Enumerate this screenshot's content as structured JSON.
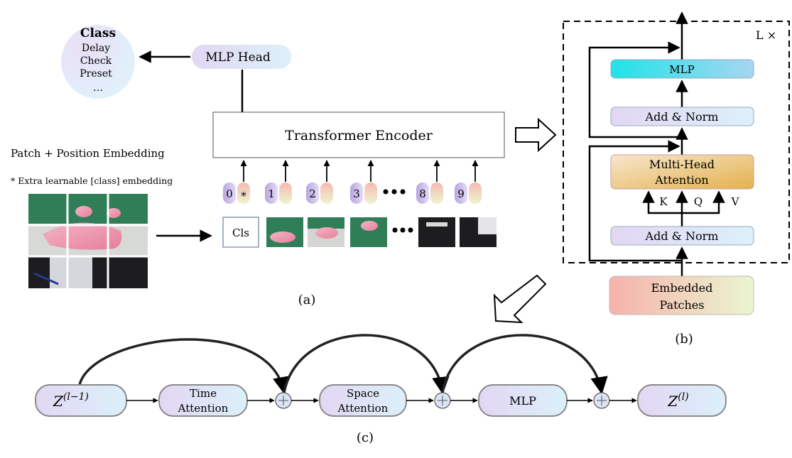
{
  "panel_a": {
    "class_circle": {
      "title": "Class",
      "items": [
        "Delay",
        "Check",
        "Preset",
        "…"
      ]
    },
    "mlp_head": "MLP Head",
    "encoder": "Transformer Encoder",
    "embedding_title": "Patch + Position Embedding",
    "embedding_note": "* Extra learnable [class] embedding",
    "cls_label": "Cls",
    "extra_marker": "*",
    "token_indices": [
      "0",
      "1",
      "2",
      "3",
      "8",
      "9"
    ],
    "caption": "(a)"
  },
  "panel_b": {
    "repeat_label": "L ×",
    "mlp": "MLP",
    "add_norm_top": "Add & Norm",
    "attention_line1": "Multi-Head",
    "attention_line2": "Attention",
    "k": "K",
    "q": "Q",
    "v": "V",
    "add_norm_bottom": "Add & Norm",
    "embedded_line1": "Embedded",
    "embedded_line2": "Patches",
    "caption": "(b)"
  },
  "panel_c": {
    "z_in_base": "Z",
    "z_in_sup": "(l−1)",
    "time_line1": "Time",
    "time_line2": "Attention",
    "space_line1": "Space",
    "space_line2": "Attention",
    "mlp": "MLP",
    "z_out_base": "Z",
    "z_out_sup": "(l)",
    "caption": "(c)"
  },
  "colors": {
    "purple_pill": "#e6dcf5",
    "blue_pill": "#d8eef8",
    "mlp_cyan": "#35dde4",
    "attention_gold": "#e8bf5e",
    "embedded_pink": "#f7b8b0",
    "embedded_green": "#e8f5cc",
    "stroke": "#000000"
  }
}
